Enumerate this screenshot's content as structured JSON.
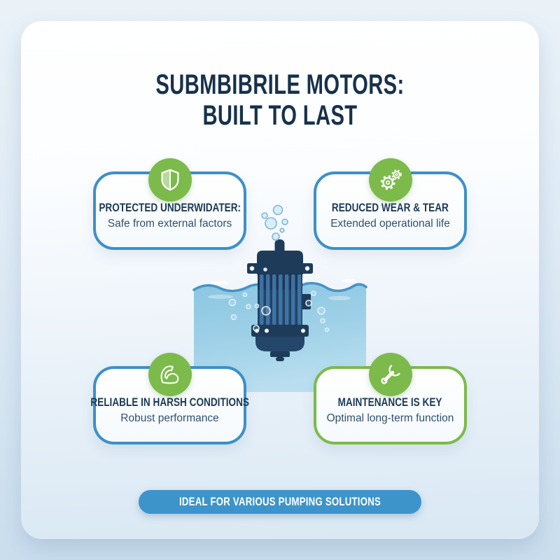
{
  "title": {
    "line1": "SUBMBIBRILE MOTORS:",
    "line2": "BUILT TO LAST"
  },
  "cards": [
    {
      "id": "protected-underwater",
      "icon": "shield-icon",
      "accent": "blue",
      "title": "PROTECTED UNDERWIDATER:",
      "subtitle": "Safe from external factors"
    },
    {
      "id": "reduced-wear-tear",
      "icon": "gears-icon",
      "accent": "blue",
      "title": "REDUCED WEAR & TEAR",
      "subtitle": "Extended operational life"
    },
    {
      "id": "reliable-harsh-conditions",
      "icon": "muscle-arm-icon",
      "accent": "blue",
      "title": "RELIABLE IN HARSH CONDITIONS",
      "subtitle": "Robust performance"
    },
    {
      "id": "maintenance-is-key",
      "icon": "wrench-icon",
      "accent": "green",
      "title": "MAINTENANCE IS KEY",
      "subtitle": "Optimal long-term function"
    }
  ],
  "badge": {
    "label": "IDEAL FOR VARIOUS PUMPING SOLUTIONS"
  },
  "illustration": {
    "name": "submersible motor in water with bubbles"
  },
  "colors": {
    "title_navy": "#17314b",
    "card_border_blue": "#3d90c8",
    "card_border_green": "#7cba4b",
    "icon_circle_green": "#7cba4b",
    "badge_blue": "#3d94cb",
    "water_blue_top": "#8ac6e1",
    "water_blue_bottom": "#b9deef",
    "wave_stroke_blue": "#4793c6",
    "motor_navy": "#1e3c5a"
  }
}
